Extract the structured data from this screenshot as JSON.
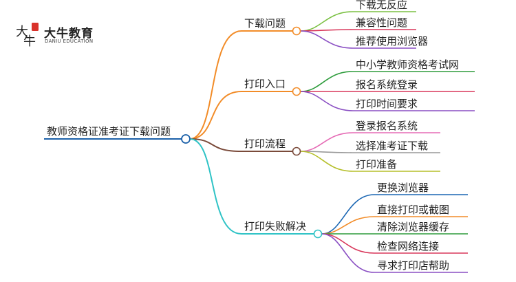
{
  "logo": {
    "title": "大牛教育",
    "subtitle": "DANIU EDUCATION",
    "mark": "大牛",
    "seal_color": "#d9322b"
  },
  "root": {
    "label": "教师资格证准考证下载问题",
    "color": "#1a5fa8"
  },
  "branches": [
    {
      "label": "下载问题",
      "color": "#f28c28",
      "children": [
        {
          "label": "下载无反应",
          "color": "#7bc043"
        },
        {
          "label": "兼容性问题",
          "color": "#d8365a"
        },
        {
          "label": "推荐使用浏览器",
          "color": "#8a4fc3"
        }
      ]
    },
    {
      "label": "打印入口",
      "color": "#f28c28",
      "children": [
        {
          "label": "中小学教师资格考试网",
          "color": "#2e9c3c"
        },
        {
          "label": "报名系统登录",
          "color": "#d8365a"
        },
        {
          "label": "打印时间要求",
          "color": "#8a4fc3"
        }
      ]
    },
    {
      "label": "打印流程",
      "color": "#7a4a3a",
      "children": [
        {
          "label": "登录报名系统",
          "color": "#e56bb5"
        },
        {
          "label": "选择准考证下载",
          "color": "#999999"
        },
        {
          "label": "打印准备",
          "color": "#b5bf2a"
        }
      ]
    },
    {
      "label": "打印失败解决",
      "color": "#2fc3c6",
      "children": [
        {
          "label": "更换浏览器",
          "color": "#1a66b3"
        },
        {
          "label": "直接打印或截图",
          "color": "#f28c28"
        },
        {
          "label": "清除浏览器缓存",
          "color": "#2e9c3c"
        },
        {
          "label": "检查网络连接",
          "color": "#d8365a"
        },
        {
          "label": "寻求打印店帮助",
          "color": "#8a4fc3"
        }
      ]
    }
  ]
}
